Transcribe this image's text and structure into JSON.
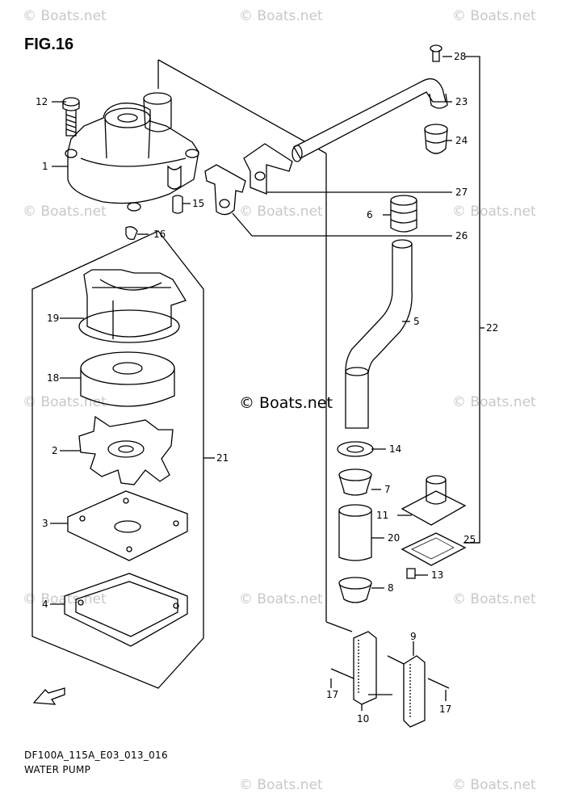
{
  "figure": {
    "title": "FIG.16",
    "name": "WATER PUMP",
    "code": "DF100A_115A_E03_013_016"
  },
  "watermark": "© Boats.net",
  "copyright": "© Boats.net",
  "callouts": [
    "1",
    "2",
    "3",
    "4",
    "5",
    "6",
    "7",
    "8",
    "9",
    "10",
    "11",
    "12",
    "13",
    "14",
    "15",
    "16",
    "17",
    "17",
    "18",
    "19",
    "20",
    "21",
    "22",
    "23",
    "24",
    "25",
    "26",
    "27",
    "28"
  ]
}
